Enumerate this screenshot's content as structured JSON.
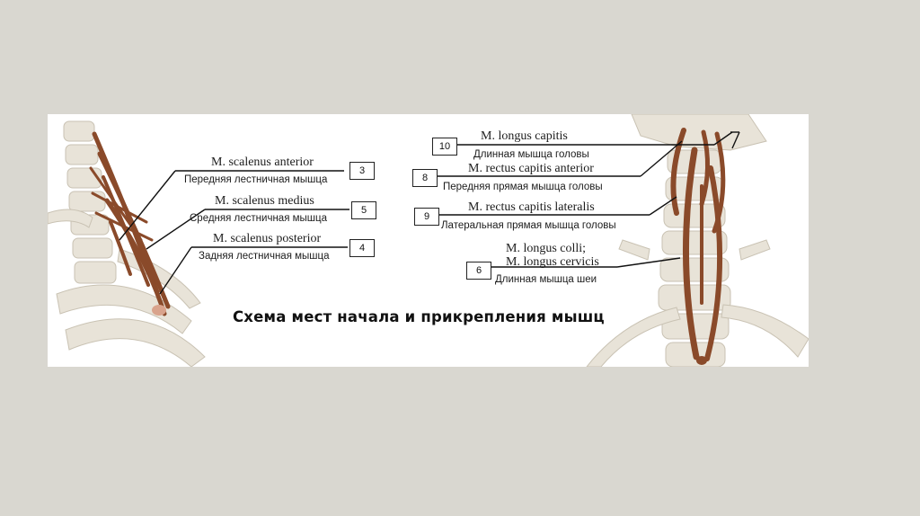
{
  "caption": "Схема мест начала и прикрепления мышц",
  "left_labels": [
    {
      "latin": "M. scalenus anterior",
      "russian": "Передняя лестничная мышца",
      "number": "3"
    },
    {
      "latin": "M. scalenus medius",
      "russian": "Средняя лестничная мышца",
      "number": "5"
    },
    {
      "latin": "M. scalenus posterior",
      "russian": "Задняя лестничная мышца",
      "number": "4"
    }
  ],
  "right_labels": [
    {
      "latin": "M. longus capitis",
      "russian": "Длинная мышца головы",
      "number": "10"
    },
    {
      "latin": "M. rectus capitis anterior",
      "russian": "Передняя прямая мышца головы",
      "number": "8"
    },
    {
      "latin": "M. rectus capitis lateralis",
      "russian": "Латеральная прямая мышца головы",
      "number": "9"
    },
    {
      "latin": "M. longus colli;",
      "latin2": "M. longus cervicis",
      "russian": "Длинная мышца шеи",
      "number": "6"
    }
  ],
  "colors": {
    "slide_bg": "#d9d7d0",
    "panel_bg": "#ffffff",
    "bone": "#e6e1d6",
    "muscle": "#8a4a2a",
    "line": "#111111"
  }
}
